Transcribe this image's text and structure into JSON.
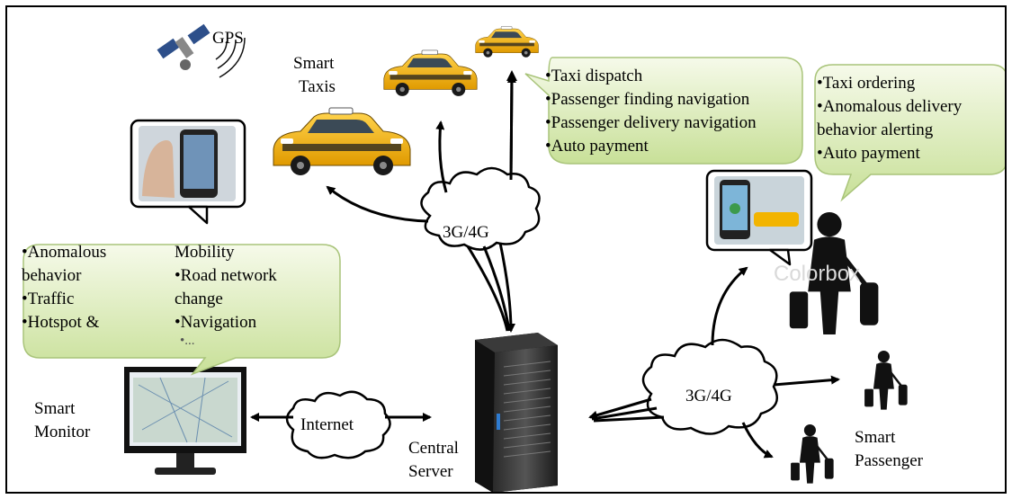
{
  "labels": {
    "gps": "GPS",
    "smart_taxis": [
      "Smart",
      "Taxis"
    ],
    "network_top": "3G/4G",
    "network_right": "3G/4G",
    "internet": "Internet",
    "central_server": [
      "Central",
      "Server"
    ],
    "smart_monitor": [
      "Smart",
      "Monitor"
    ],
    "smart_passenger": [
      "Smart",
      "Passenger"
    ]
  },
  "taxi_services": [
    "•Taxi dispatch",
    "•Passenger finding navigation",
    "•Passenger delivery navigation",
    "•Auto payment"
  ],
  "passenger_services": [
    "•Taxi ordering",
    "•Anomalous delivery",
    "behavior alerting",
    "•Auto payment"
  ],
  "monitor_services": {
    "left": [
      "•Anomalous",
      "behavior",
      "•Traffic",
      "•Hotspot &"
    ],
    "right": [
      "Mobility",
      "•Road network",
      "change",
      "•Navigation",
      "•..."
    ]
  },
  "watermark": "Colorbox",
  "colors": {
    "bubble_top": "#f5f9e6",
    "bubble_bottom": "#c9e19a",
    "bubble_border": "#a9c47a",
    "taxi_yellow": "#f4b400"
  }
}
